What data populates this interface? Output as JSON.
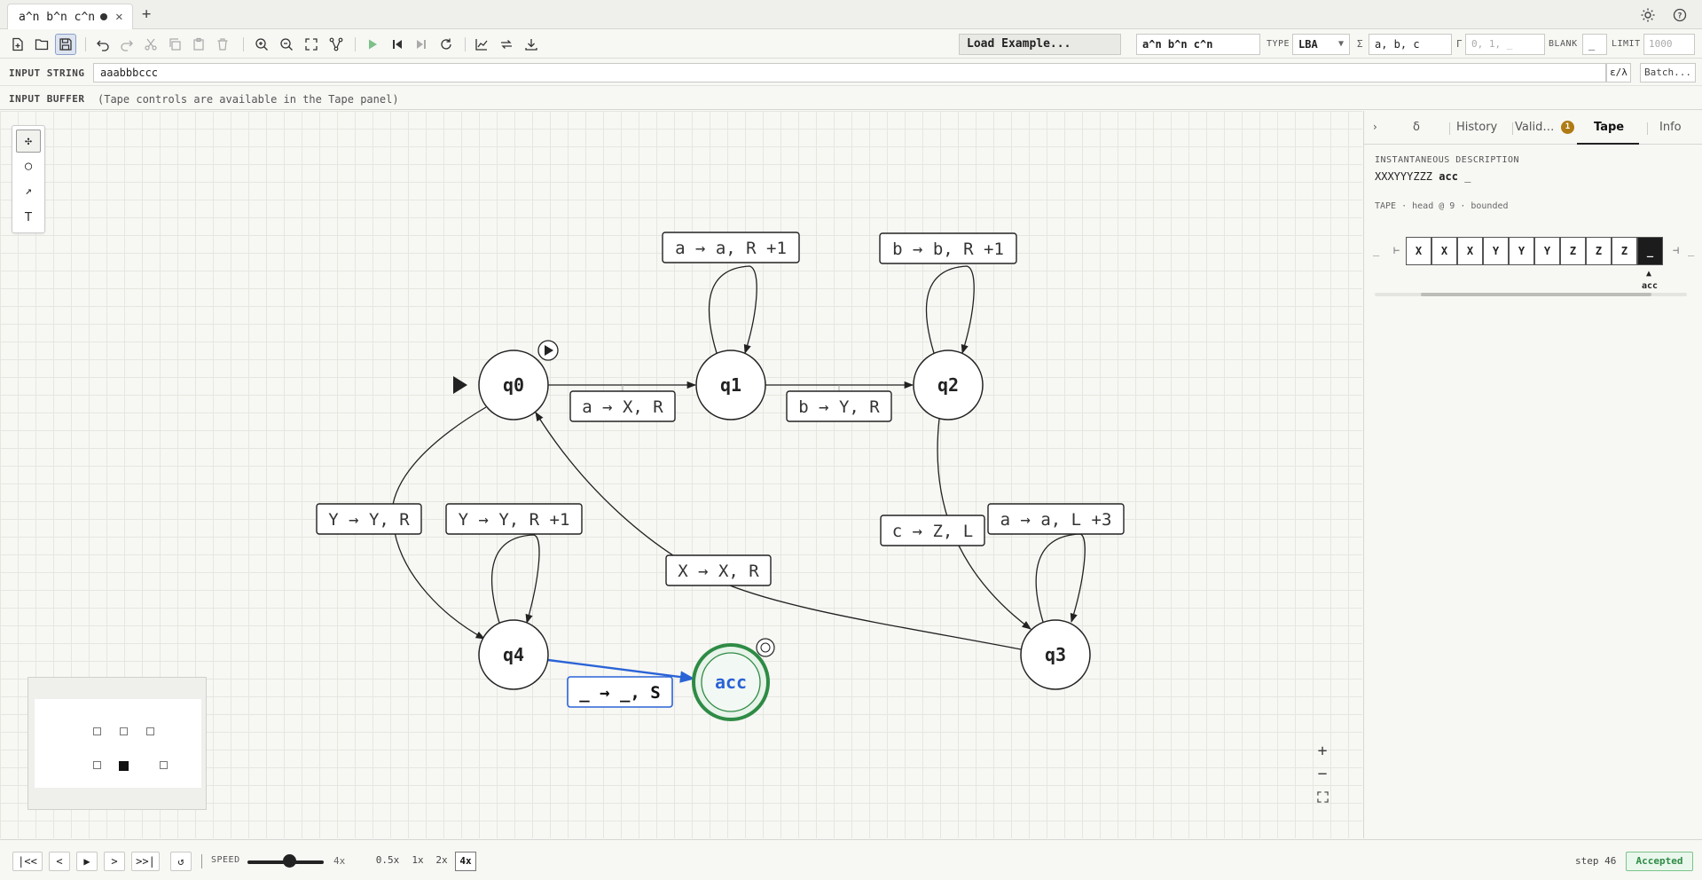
{
  "tab": {
    "title": "a^n b^n c^n"
  },
  "toolbar": {
    "load_example": "Load Example...",
    "machine_name": "a^n b^n c^n",
    "type_label": "TYPE",
    "type_value": "LBA",
    "sigma_label": "Σ",
    "sigma_value": "a, b, c",
    "gamma_label": "Γ",
    "gamma_placeholder": "0, 1, _",
    "blank_label": "BLANK",
    "blank_value": "_",
    "limit_label": "LIMIT",
    "limit_placeholder": "1000"
  },
  "input": {
    "label": "INPUT STRING",
    "value": "aaabbbccc",
    "epsilon_button": "ε/λ",
    "batch_button": "Batch..."
  },
  "buffer": {
    "label": "INPUT BUFFER",
    "hint": "(Tape controls are available in the Tape panel)"
  },
  "graph": {
    "states": [
      {
        "id": "q0",
        "label": "q0",
        "initial": true
      },
      {
        "id": "q1",
        "label": "q1"
      },
      {
        "id": "q2",
        "label": "q2"
      },
      {
        "id": "q3",
        "label": "q3"
      },
      {
        "id": "q4",
        "label": "q4"
      },
      {
        "id": "acc",
        "label": "acc",
        "accepting": true,
        "current": true
      }
    ],
    "transitions": [
      {
        "from": "q0",
        "to": "q1",
        "label": "a → X, R"
      },
      {
        "from": "q1",
        "to": "q1",
        "label": "a → a, R +1"
      },
      {
        "from": "q1",
        "to": "q2",
        "label": "b → Y, R"
      },
      {
        "from": "q2",
        "to": "q2",
        "label": "b → b, R +1"
      },
      {
        "from": "q2",
        "to": "q3",
        "label": "c → Z, L"
      },
      {
        "from": "q3",
        "to": "q3",
        "label": "a → a, L +3"
      },
      {
        "from": "q3",
        "to": "q0",
        "label": "X → X, R"
      },
      {
        "from": "q0",
        "to": "q4",
        "label": "Y → Y, R"
      },
      {
        "from": "q4",
        "to": "q4",
        "label": "Y → Y, R +1"
      },
      {
        "from": "q4",
        "to": "acc",
        "label": "_ → _, S",
        "highlight": true
      }
    ],
    "highlight_color": "#2a63d6",
    "accept_color": "#2e8b45"
  },
  "panel": {
    "tabs": [
      "δ",
      "History",
      "Valid…",
      "Tape",
      "Info"
    ],
    "active_tab": "Tape",
    "validation_count": "1",
    "id_label": "INSTANTANEOUS DESCRIPTION",
    "id_prefix": "XXXYYYZZZ",
    "id_state": "acc",
    "id_suffix": "_",
    "tape_label": "TAPE · head @ 9 · bounded",
    "left_blank": "_",
    "left_marker": "⊢",
    "right_marker": "⊣",
    "right_blank": "_",
    "cells": [
      "X",
      "X",
      "X",
      "Y",
      "Y",
      "Y",
      "Z",
      "Z",
      "Z",
      "_"
    ],
    "head_index": 9,
    "head_arrow": "▲",
    "head_state": "acc"
  },
  "controls": {
    "first": "|<<",
    "prev": "<",
    "play": "▶",
    "next": ">",
    "last": ">>|",
    "reset": "↺",
    "speed_label": "SPEED",
    "speed_value": "4x",
    "speed_fraction": 0.55,
    "speed_options": [
      "0.5x",
      "1x",
      "2x",
      "4x"
    ],
    "active_speed": "4x",
    "step": "step 46",
    "status": "Accepted"
  },
  "icons": {
    "theme": "sun-icon",
    "help": "help-icon"
  }
}
